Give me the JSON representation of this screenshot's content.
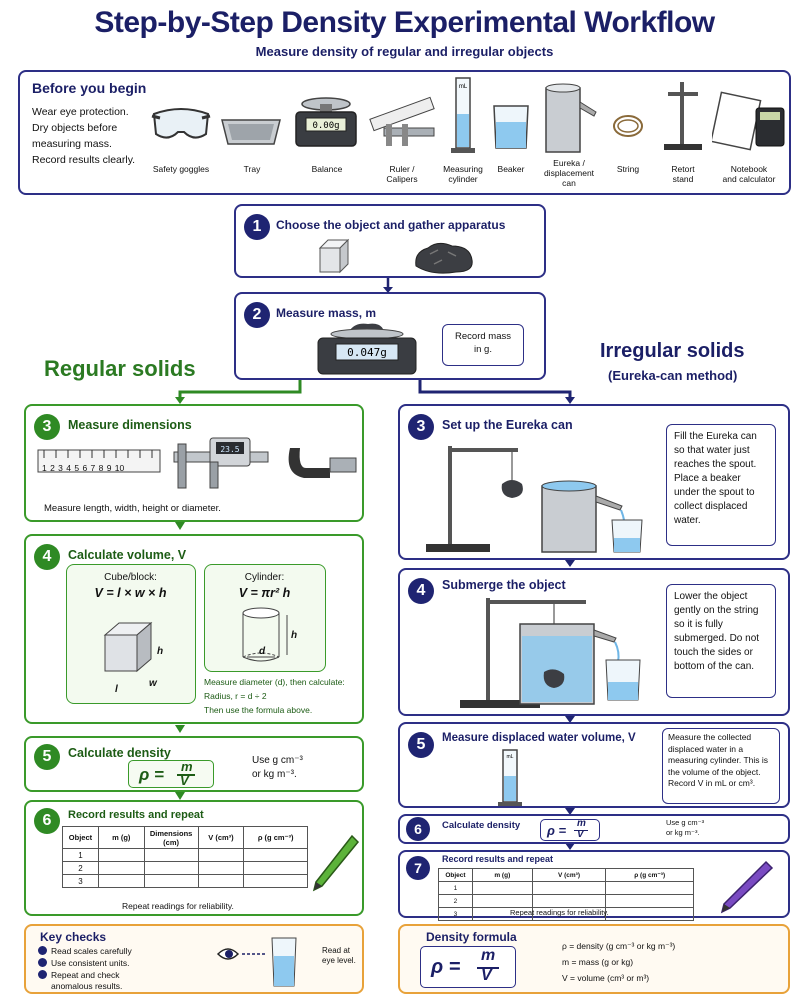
{
  "title": "Step-by-Step Density Experimental Workflow",
  "subtitle": "Measure density of regular and irregular objects",
  "before": {
    "heading": "Before you begin",
    "lines": [
      "Wear eye protection.",
      "Dry objects before",
      "measuring mass.",
      "Record results clearly."
    ],
    "tools": [
      "Safety goggles",
      "Tray",
      "Balance",
      "Ruler /\nCalipers",
      "Measuring\ncylinder",
      "Beaker",
      "Eureka /\ndisplacement\ncan",
      "String",
      "Retort\nstand",
      "Notebook\nand calculator"
    ],
    "balance_reading": "0.00g",
    "cyl_unit": "mL"
  },
  "step1": {
    "num": "1",
    "label": "Choose the object and gather apparatus"
  },
  "step2": {
    "num": "2",
    "label": "Measure mass, m",
    "note": "Record mass\nin g.",
    "reading": "0.047g"
  },
  "regular": {
    "title": "Regular solids",
    "s3": {
      "num": "3",
      "label": "Measure dimensions",
      "caption": "Measure length, width, height or diameter.",
      "ruler_nums": "1 2 3 4 5 6 7 8 9 10",
      "caliper_reading": "23.5"
    },
    "s4": {
      "num": "4",
      "label": "Calculate volume, V",
      "cube_title": "Cube/block:",
      "cube_formula": "V = l × w × h",
      "cube_h": "h",
      "cube_l": "l",
      "cube_w": "w",
      "cyl_title": "Cylinder:",
      "cyl_formula": "V = πr² h",
      "cyl_h": "h",
      "cyl_d": "d",
      "notes": [
        "Measure diameter (d), then calculate:",
        "Radius, r = d ÷ 2",
        "Then use the formula above."
      ]
    },
    "s5": {
      "num": "5",
      "label": "Calculate density",
      "formula_lhs": "ρ =",
      "num_sym": "m",
      "den_sym": "V",
      "units": "Use g cm⁻³\nor kg m⁻³."
    },
    "s6": {
      "num": "6",
      "label": "Record results and repeat",
      "headers": [
        "Object",
        "m (g)",
        "Dimensions (cm)",
        "V (cm³)",
        "ρ (g cm⁻³)"
      ],
      "rows": [
        "1",
        "2",
        "3"
      ],
      "caption": "Repeat readings for reliability."
    }
  },
  "irregular": {
    "title": "Irregular solids",
    "subtitle": "(Eureka-can method)",
    "s3": {
      "num": "3",
      "label": "Set up the Eureka can",
      "note": "Fill the Eureka can so that water just reaches the spout. Place a beaker under the spout to collect displaced water."
    },
    "s4": {
      "num": "4",
      "label": "Submerge the object",
      "note": "Lower the object gently on the string so it is fully submerged. Do not touch the sides or bottom of the can."
    },
    "s5": {
      "num": "5",
      "label": "Measure displaced water volume, V",
      "note": "Measure the collected displaced water in a measuring cylinder. This is the volume of the object. Record V in mL or cm³.",
      "cyl_unit": "mL"
    },
    "s6": {
      "num": "6",
      "label": "Calculate density",
      "formula_lhs": "ρ =",
      "num_sym": "m",
      "den_sym": "V",
      "units": "Use g cm⁻³\nor kg m⁻³."
    },
    "s7": {
      "num": "7",
      "label": "Record results and repeat",
      "headers": [
        "Object",
        "m (g)",
        "V (cm³)",
        "ρ (g cm⁻³)"
      ],
      "rows": [
        "1",
        "2",
        "3"
      ],
      "caption": "Repeat readings for reliability."
    }
  },
  "keychecks": {
    "heading": "Key checks",
    "items": [
      "Read scales carefully",
      "Use consistent units.",
      "Repeat and check\nanomalous results."
    ],
    "eye_label": "Read at\neye level."
  },
  "density": {
    "heading": "Density formula",
    "lhs": "ρ =",
    "num_sym": "m",
    "den_sym": "V",
    "defs": [
      "ρ = density (g cm⁻³ or kg m⁻³)",
      "m = mass (g or kg)",
      "V = volume (cm³ or m³)"
    ]
  },
  "colors": {
    "navy": "#1b1f66",
    "green": "#2f8a24",
    "orange": "#e8a23a",
    "water": "#8ec9ef"
  }
}
